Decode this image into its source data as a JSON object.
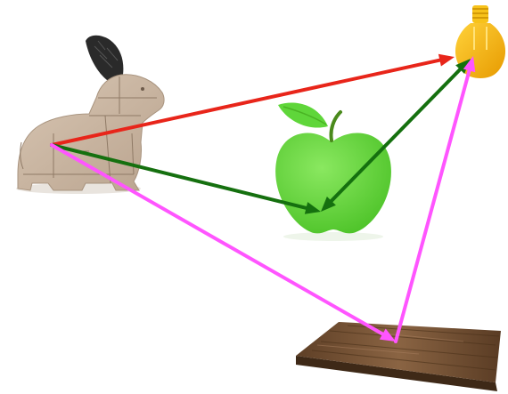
{
  "scene": {
    "background_color": "#ffffff",
    "objects": [
      {
        "id": "rabbit",
        "icon": "rabbit-icon",
        "colors": {
          "body": "#cbb7a3",
          "ear": "#2a2a2a"
        }
      },
      {
        "id": "apple",
        "icon": "apple-icon",
        "colors": {
          "fruit": "#5fd63a",
          "leaf": "#5fd63a",
          "stem": "#4a8a1c"
        }
      },
      {
        "id": "bulb",
        "icon": "lightbulb-icon",
        "colors": {
          "glass": "#f5b400",
          "cap": "#f7c21a"
        }
      },
      {
        "id": "board",
        "icon": "wooden-board-icon",
        "colors": {
          "top": "#7a5536",
          "side": "#3e2917"
        }
      }
    ],
    "arrows": [
      {
        "id": "rabbit-to-bulb",
        "from": "rabbit",
        "to": "bulb",
        "color": "#e8251a",
        "heads": [
          "end"
        ]
      },
      {
        "id": "rabbit-to-apple",
        "from": "rabbit",
        "to": "apple",
        "color": "#15700f",
        "heads": [
          "end"
        ]
      },
      {
        "id": "apple-bulb",
        "from": "apple",
        "to": "bulb",
        "color": "#15700f",
        "heads": [
          "start",
          "end"
        ]
      },
      {
        "id": "rabbit-to-board",
        "from": "rabbit",
        "to": "board",
        "color": "#ff55ff",
        "heads": [
          "end"
        ]
      },
      {
        "id": "board-to-bulb",
        "from": "board",
        "to": "bulb",
        "color": "#ff55ff",
        "heads": [
          "end"
        ]
      }
    ]
  }
}
